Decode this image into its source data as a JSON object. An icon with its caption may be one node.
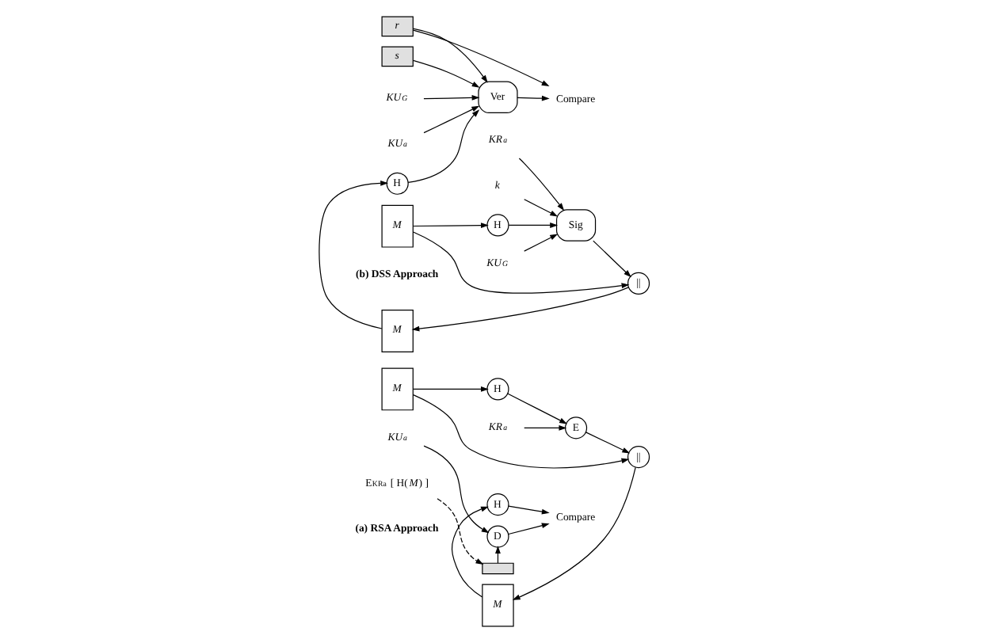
{
  "diagram": {
    "nodes": [
      {
        "text": [
          "M"
        ]
      },
      {
        "text": [
          "H"
        ]
      },
      {
        "text": [
          "KR$_{a}$"
        ]
      },
      {
        "text": [
          "E"
        ]
      },
      {
        "text": [
          "||"
        ]
      },
      {
        "text": [
          "M"
        ]
      },
      {
        "text": [],
        "shape": "box"
      },
      {
        "text": [
          "E$_{KRa}$ [ H(*M*) ]"
        ]
      },
      {
        "text": [
          "H"
        ]
      },
      {
        "text": [
          "KU$_{a}$"
        ]
      },
      {
        "text": [
          "D"
        ]
      },
      {
        "text": [
          "Compare"
        ]
      },
      {
        "text": [
          "M"
        ]
      },
      {
        "text": [
          "H"
        ]
      },
      {
        "text": [
          "KU$_{G}$"
        ]
      },
      {
        "text": [
          "KR$_{a}$"
        ]
      },
      {
        "text": [
          "Sig"
        ]
      },
      {
        "text": [
          "k"
        ]
      },
      {
        "text": [
          "||"
        ]
      },
      {
        "text": [
          "M"
        ]
      },
      {
        "text": [
          "s"
        ]
      },
      {
        "text": [
          "r"
        ]
      },
      {
        "text": [
          "H"
        ]
      },
      {
        "text": [
          "KU$_{G}$"
        ]
      },
      {
        "text": [
          "KU$_{a}$"
        ]
      },
      {
        "text": [
          "Ver"
        ]
      },
      {
        "text": [
          "Compare"
        ]
      }
    ],
    "edges": [
      {
        "from": 0,
        "to": 4,
        "arrow": "to"
      },
      {
        "from": 0,
        "to": 1,
        "arrow": "to"
      },
      {
        "from": 1,
        "to": 3,
        "arrow": "to"
      },
      {
        "from": 2,
        "to": 3,
        "arrow": "to"
      },
      {
        "from": 3,
        "to": 4,
        "arrow": "to"
      },
      {
        "from": 4,
        "to": 5,
        "arrow": "to"
      },
      {
        "from": 7,
        "to": 6,
        "arrow": "to",
        "style": "dashed"
      },
      {
        "from": 5,
        "to": 8,
        "arrow": "to"
      },
      {
        "from": 6,
        "to": 10,
        "arrow": "to"
      },
      {
        "from": 9,
        "to": 10,
        "arrow": "to"
      },
      {
        "from": 8,
        "to": 11,
        "arrow": "to"
      },
      {
        "from": 10,
        "to": 11,
        "arrow": "to"
      },
      {
        "from": 12,
        "to": 18,
        "arrow": "to"
      },
      {
        "from": 12,
        "to": 13,
        "arrow": "to"
      },
      {
        "from": 13,
        "to": 16,
        "arrow": "to"
      },
      {
        "from": 14,
        "to": 16,
        "arrow": "to"
      },
      {
        "from": 15,
        "to": 16,
        "arrow": "to"
      },
      {
        "from": 17,
        "to": 16,
        "arrow": "to"
      },
      {
        "from": 16,
        "to": 18,
        "arrow": "to"
      },
      {
        "from": 18,
        "to": 19,
        "arrow": "to"
      },
      {
        "from": 19,
        "to": 22,
        "arrow": "to"
      },
      {
        "from": 22,
        "to": 25,
        "arrow": "to"
      },
      {
        "from": 20,
        "to": 25,
        "arrow": "to"
      },
      {
        "from": 21,
        "to": 25,
        "arrow": "to"
      },
      {
        "from": 21,
        "to": 26,
        "arrow": "to"
      },
      {
        "from": 23,
        "to": 25,
        "arrow": "to"
      },
      {
        "from": 24,
        "to": 25,
        "arrow": "to"
      },
      {
        "from": 25,
        "to": 26,
        "arrow": "to"
      }
    ],
    "labels": [
      "(a) RSA Approach",
      "(b) DSS Approach"
    ]
  }
}
